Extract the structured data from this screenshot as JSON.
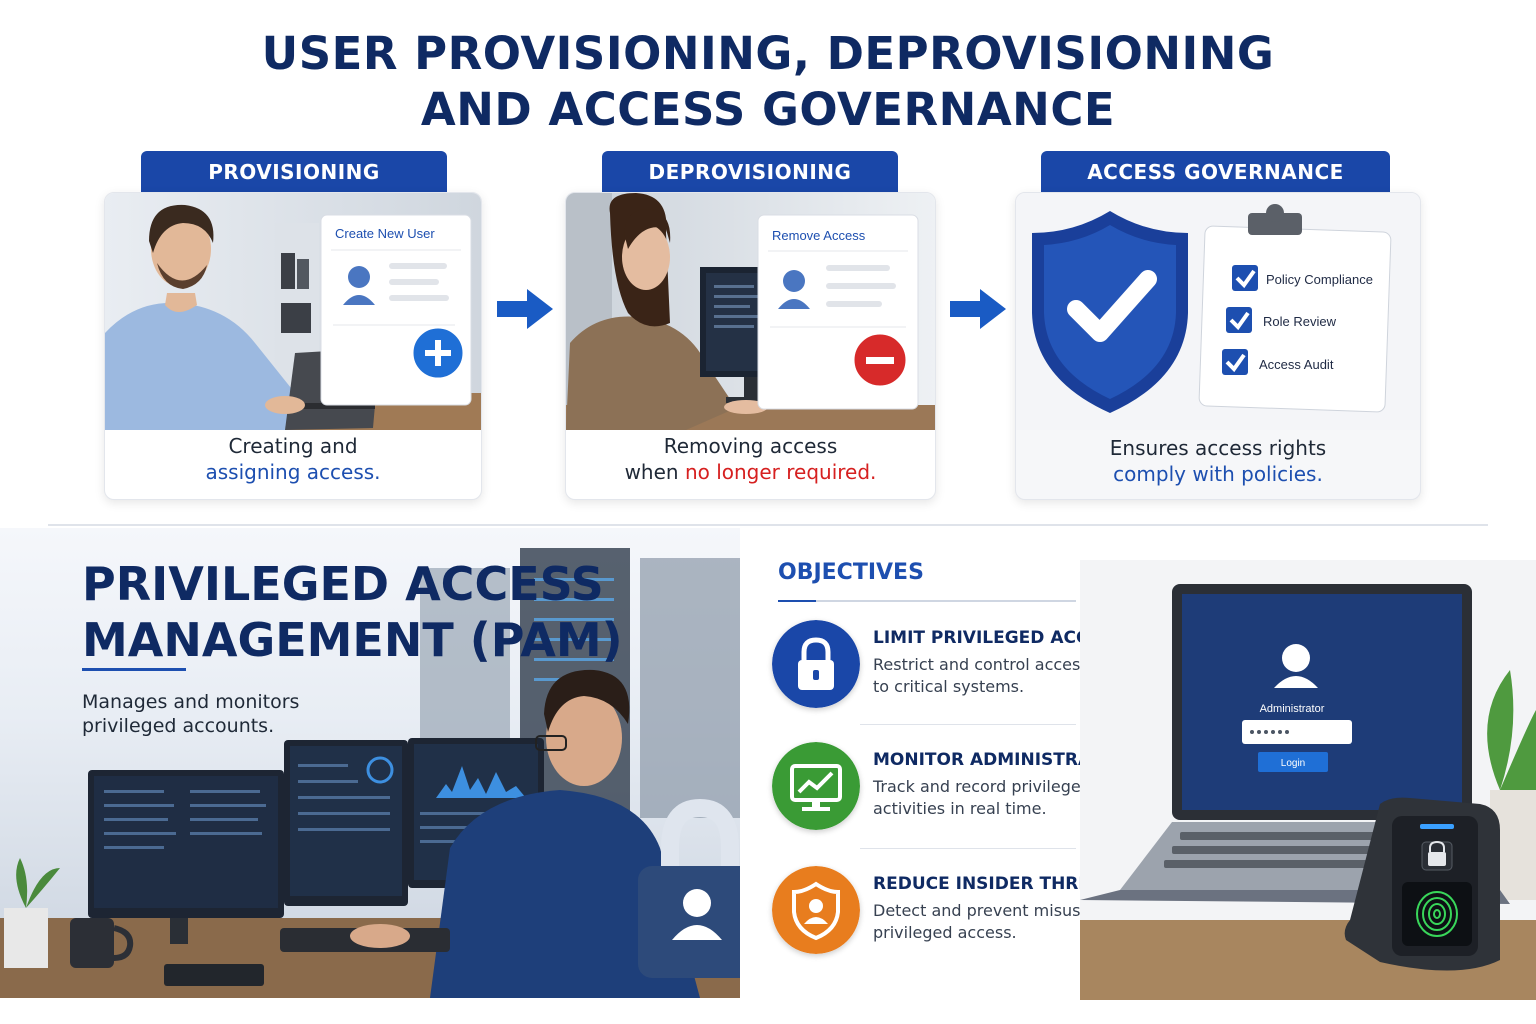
{
  "header": {
    "title_line1": "USER PROVISIONING, DEPROVISIONING",
    "title_line2": "AND ACCESS GOVERNANCE"
  },
  "panels": {
    "provisioning": {
      "tab": "PROVISIONING",
      "dialog_title": "Create New User",
      "caption_line1": "Creating and",
      "caption_line2": "assigning access."
    },
    "deprovisioning": {
      "tab": "DEPROVISIONING",
      "dialog_title": "Remove Access",
      "caption_line1": "Removing access",
      "caption_line2_a": "when ",
      "caption_line2_b": "no longer required."
    },
    "governance": {
      "tab": "ACCESS GOVERNANCE",
      "checklist": [
        "Policy Compliance",
        "Role Review",
        "Access Audit"
      ],
      "caption_line1": "Ensures access rights",
      "caption_line2": "comply with policies."
    }
  },
  "pam": {
    "title_line1": "PRIVILEGED ACCESS",
    "title_line2": "MANAGEMENT (PAM)",
    "desc_line1": "Manages and monitors",
    "desc_line2": "privileged accounts."
  },
  "objectives": {
    "title": "OBJECTIVES",
    "items": [
      {
        "heading": "LIMIT PRIVILEGED ACCESS",
        "line1": "Restrict and control access",
        "line2": "to critical systems.",
        "icon": "lock-icon",
        "color": "#1a47a8"
      },
      {
        "heading": "MONITOR ADMINISTRATIVE ACTIONS",
        "line1": "Track and record privileged",
        "line2": "activities in real time.",
        "icon": "monitor-chart-icon",
        "color": "#3a9b35"
      },
      {
        "heading": "REDUCE INSIDER THREATS",
        "line1": "Detect and prevent misuse of",
        "line2": "privileged access.",
        "icon": "shield-user-icon",
        "color": "#e87d1e"
      }
    ]
  },
  "login_screen": {
    "user_label": "Administrator",
    "login_button": "Login"
  },
  "colors": {
    "navy": "#0f2a63",
    "brand_blue": "#1a47a8",
    "accent_red": "#d62020",
    "green": "#3a9b35",
    "orange": "#e87d1e"
  }
}
